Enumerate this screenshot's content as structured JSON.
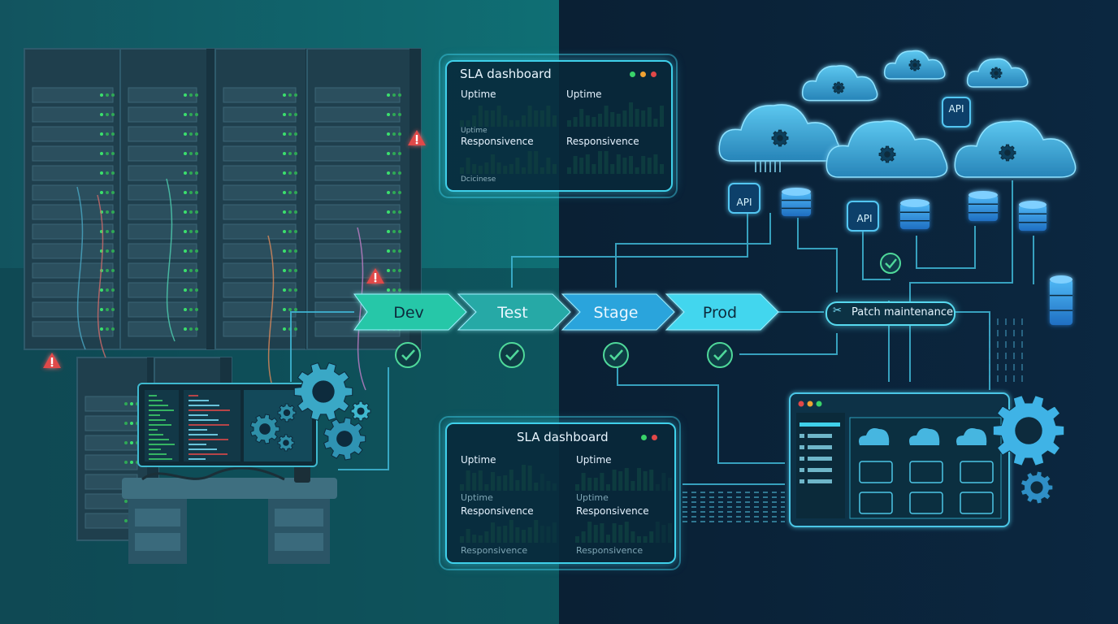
{
  "pipeline": {
    "stages": [
      "Dev",
      "Test",
      "Stage",
      "Prod"
    ],
    "patch_label": "Patch maintenance"
  },
  "dashboard_top": {
    "title": "SLA dashboard",
    "left_uptime": "Uptime",
    "left_uptime_caption": "Uptime",
    "left_responsiveness": "Responsivence",
    "left_responsiveness_caption": "Dcicinese",
    "right_uptime": "Uptime",
    "right_responsiveness": "Responsivence",
    "window_dots": [
      "#39d36a",
      "#f0a232",
      "#e04848"
    ]
  },
  "dashboard_bottom": {
    "title": "SLA dashboard",
    "left_uptime": "Uptime",
    "left_uptime_caption": "Uptime",
    "left_responsiveness": "Responsivence",
    "left_responsiveness_caption": "Responsivence",
    "right_uptime": "Uptime",
    "right_uptime_caption": "Uptime",
    "right_responsiveness": "Responsivence",
    "right_responsiveness_caption": "Responsivence",
    "window_dots": [
      "#39d36a",
      "#e04848"
    ]
  },
  "api_labels": [
    "API",
    "API",
    "API"
  ],
  "colors": {
    "left_bg": "#0e5d66",
    "right_bg": "#0a2238",
    "accent": "#3fd0ea",
    "bar_green": "#35c96a",
    "alert": "#e04848",
    "stage_dev": "#28c7a8",
    "stage_test": "#25a9a6",
    "stage_stage": "#2aa4dc",
    "stage_prod": "#43d6ee"
  },
  "icons": [
    "warning-icon",
    "gear-icon",
    "cloud-icon",
    "database-icon",
    "check-icon",
    "wrench-icon",
    "code-editor-icon"
  ]
}
